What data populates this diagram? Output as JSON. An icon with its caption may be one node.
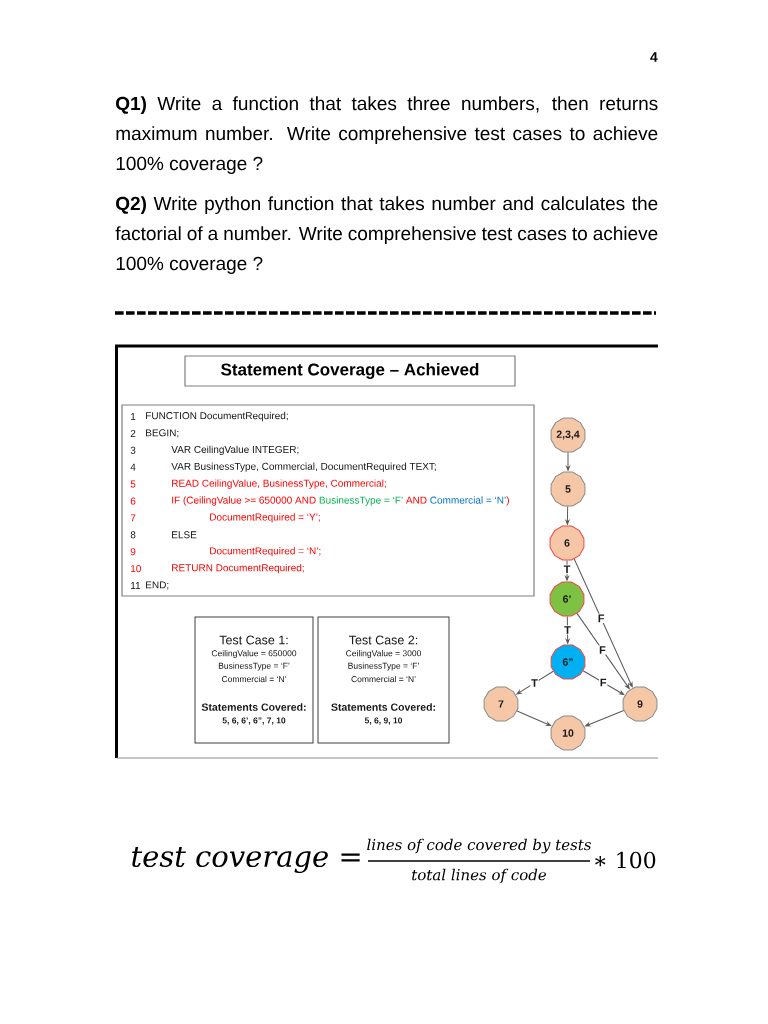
{
  "diagram": {
    "nodes": [
      {
        "text": [
          "Statement Coverage – Achieved"
        ]
      },
      {
        "text": [
          "1",
          "FUNCTION DocumentRequired;",
          "2",
          "BEGIN;",
          "3",
          "VAR CeilingValue INTEGER;",
          "4",
          "VAR BusinessType, Commercial, DocumentRequired TEXT;",
          "5",
          "READ CeilingValue, BusinessType, Commercial;",
          "6",
          "IF (CeilingValue >= 650000 AND",
          "BusinessType = ‘F’",
          "AND",
          "Commercial = ‘N’",
          ")",
          "7",
          "DocumentRequired = ‘Y’;",
          "8",
          "ELSE",
          "9",
          "DocumentRequired = ‘N’;",
          "10",
          "RETURN DocumentRequired;",
          "11",
          "END;"
        ]
      },
      {
        "text": [
          "Test Case 1:",
          "CeilingValue = 650000",
          "BusinessType = ‘F’",
          "Commercial = ‘N’",
          "Statements Covered:",
          "5, 6, 6’, 6”, 7, 10"
        ]
      },
      {
        "text": [
          "Test Case 2:",
          "CeilingValue = 3000",
          "BusinessType = ‘F’",
          "Commercial = ‘N’",
          "Statements Covered:",
          "5, 6, 9, 10"
        ]
      },
      {
        "text": [
          "2,3,4"
        ]
      },
      {
        "text": [
          "5"
        ]
      },
      {
        "text": [
          "6"
        ]
      },
      {
        "text": [
          "6’"
        ]
      },
      {
        "text": [
          "6”"
        ]
      },
      {
        "text": [
          "7"
        ]
      },
      {
        "text": [
          "9"
        ]
      },
      {
        "text": [
          "10"
        ]
      }
    ],
    "edges": [
      {
        "from": 4,
        "to": 5,
        "arrow": "to"
      },
      {
        "from": 5,
        "to": 6,
        "arrow": "to"
      },
      {
        "from": 6,
        "to": 7,
        "arrow": "to",
        "label": "T"
      },
      {
        "from": 7,
        "to": 8,
        "arrow": "to",
        "label": "T"
      },
      {
        "from": 8,
        "to": 9,
        "arrow": "to",
        "label": "T"
      },
      {
        "from": 8,
        "to": 10,
        "arrow": "to",
        "label": "F"
      },
      {
        "from": 7,
        "to": 10,
        "arrow": "to",
        "label": "F"
      },
      {
        "from": 6,
        "to": 10,
        "arrow": "to",
        "label": "F"
      },
      {
        "from": 9,
        "to": 11,
        "arrow": "to"
      },
      {
        "from": 10,
        "to": 11,
        "arrow": "to"
      }
    ],
    "labels": [
      "4",
      "**Q1)** Write a function that takes three numbers, then returns maximum number. Write comprehensive test cases to achieve 100% coverage ?",
      "**Q2)** Write python function that takes number and calculates the factorial of a number. Write comprehensive test cases to achieve 100% coverage ?",
      "test coverage =",
      "lines of code covered by tests",
      "total lines of code",
      "∗ 100"
    ]
  }
}
